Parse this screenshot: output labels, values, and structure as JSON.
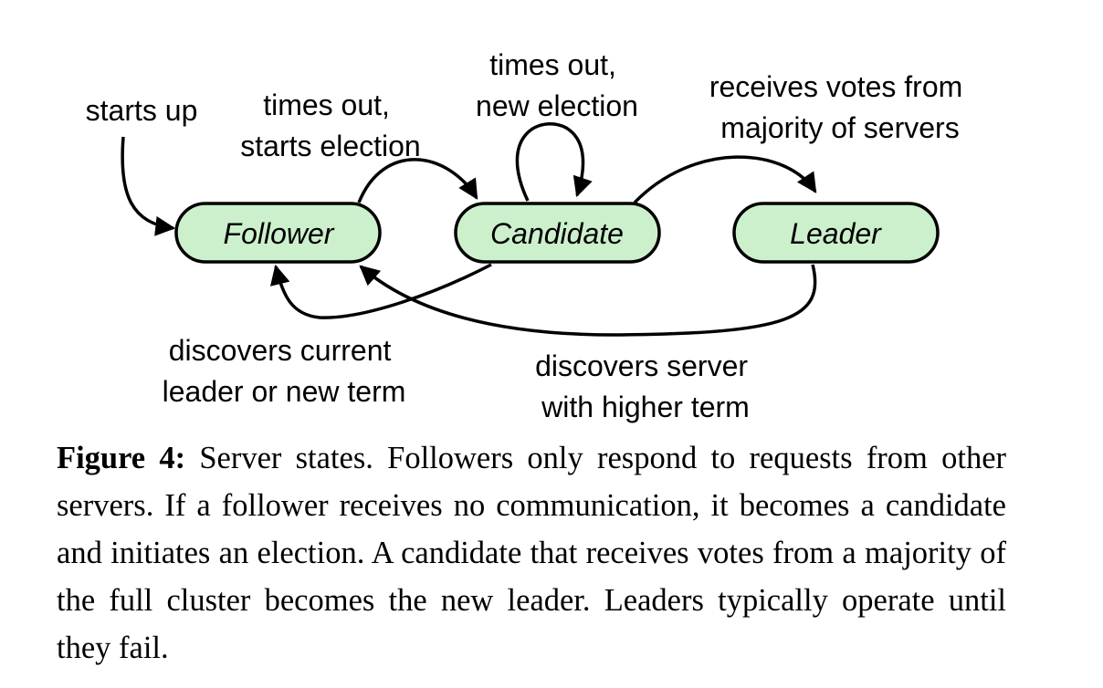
{
  "colors": {
    "state_fill": "#ccf0cc",
    "stroke": "#000000"
  },
  "states": {
    "follower": "Follower",
    "candidate": "Candidate",
    "leader": "Leader"
  },
  "edges": {
    "starts_up": [
      "starts up"
    ],
    "follower_to_candidate": [
      "times out,",
      "starts election"
    ],
    "candidate_self_loop": [
      "times out,",
      "new election"
    ],
    "candidate_to_leader": [
      "receives votes from",
      "majority of servers"
    ],
    "candidate_to_follower": [
      "discovers current",
      "leader or new term"
    ],
    "leader_to_follower": [
      "discovers server",
      "with higher term"
    ]
  },
  "caption": {
    "title": "Figure 4:",
    "text": "Server states. Followers only respond to requests from other servers. If a follower receives no communication, it becomes a candidate and initiates an election. A candidate that receives votes from a majority of the full cluster becomes the new leader. Leaders typically operate until they fail."
  }
}
